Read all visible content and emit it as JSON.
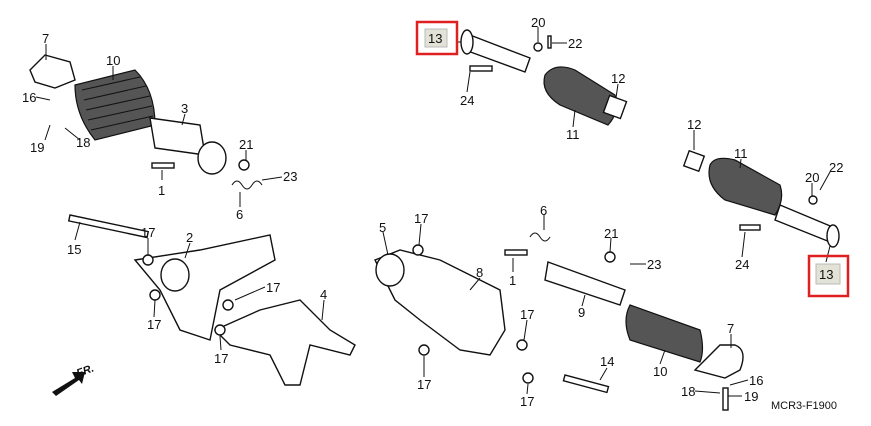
{
  "diagram": {
    "title_code": "MCR3-F1900",
    "direction_label": "FR.",
    "highlight_color": "#e02020",
    "left_group": {
      "labels": [
        "7",
        "10",
        "16",
        "3",
        "19",
        "18",
        "21",
        "1",
        "23",
        "6",
        "15",
        "17",
        "2",
        "17",
        "4",
        "17",
        "17"
      ]
    },
    "middle_group": {
      "labels": [
        "13",
        "20",
        "22",
        "12",
        "24",
        "11",
        "5",
        "17",
        "6",
        "21",
        "1",
        "8",
        "23",
        "17",
        "9",
        "17",
        "17",
        "14",
        "10"
      ]
    },
    "right_group": {
      "labels": [
        "12",
        "11",
        "22",
        "20",
        "24",
        "13",
        "7",
        "16",
        "18",
        "19"
      ]
    }
  }
}
